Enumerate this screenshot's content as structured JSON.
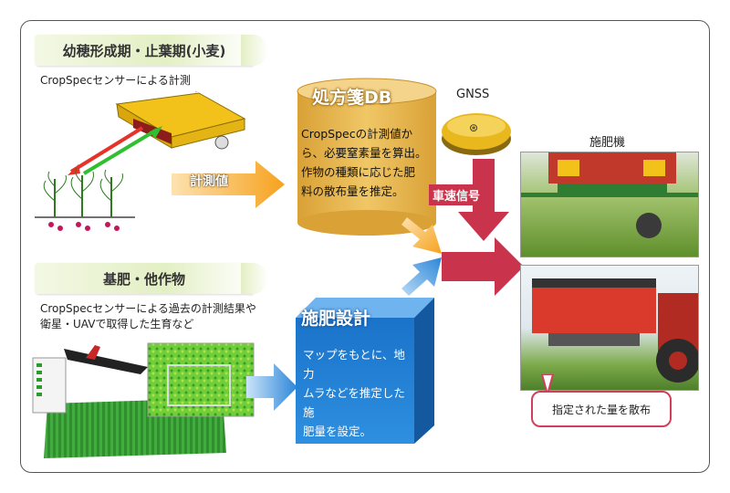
{
  "stage1": {
    "title": "幼穂形成期・止葉期(小麦)",
    "sensor_note": "CropSpecセンサーによる計測"
  },
  "stage2": {
    "title": "基肥・他作物",
    "note_line1": "CropSpecセンサーによる過去の計測結果や",
    "note_line2": "衛星・UAVで取得した生育など"
  },
  "arrow_measure": {
    "label": "計測値"
  },
  "db": {
    "title": "処方箋DB",
    "lines": [
      "CropSpecの計測値か",
      "ら、必要窒素量を算出。",
      "作物の種類に応じた肥",
      "料の散布量を推定。"
    ]
  },
  "plan": {
    "title": "施肥設計",
    "lines": [
      "マップをもとに、地力",
      "ムラなどを推定した施",
      "肥量を設定。"
    ]
  },
  "gnss": {
    "label": "GNSS",
    "signal_label": "車速信号"
  },
  "machine": {
    "label": "施肥機",
    "bubble": "指定された量を散布"
  },
  "colors": {
    "arrow_orange": "#f6a21e",
    "arrow_red": "#c9334b",
    "arrow_blue": "#2c86d8",
    "db_gold": "#e6b44a",
    "plan_blue": "#1f7fd6"
  }
}
